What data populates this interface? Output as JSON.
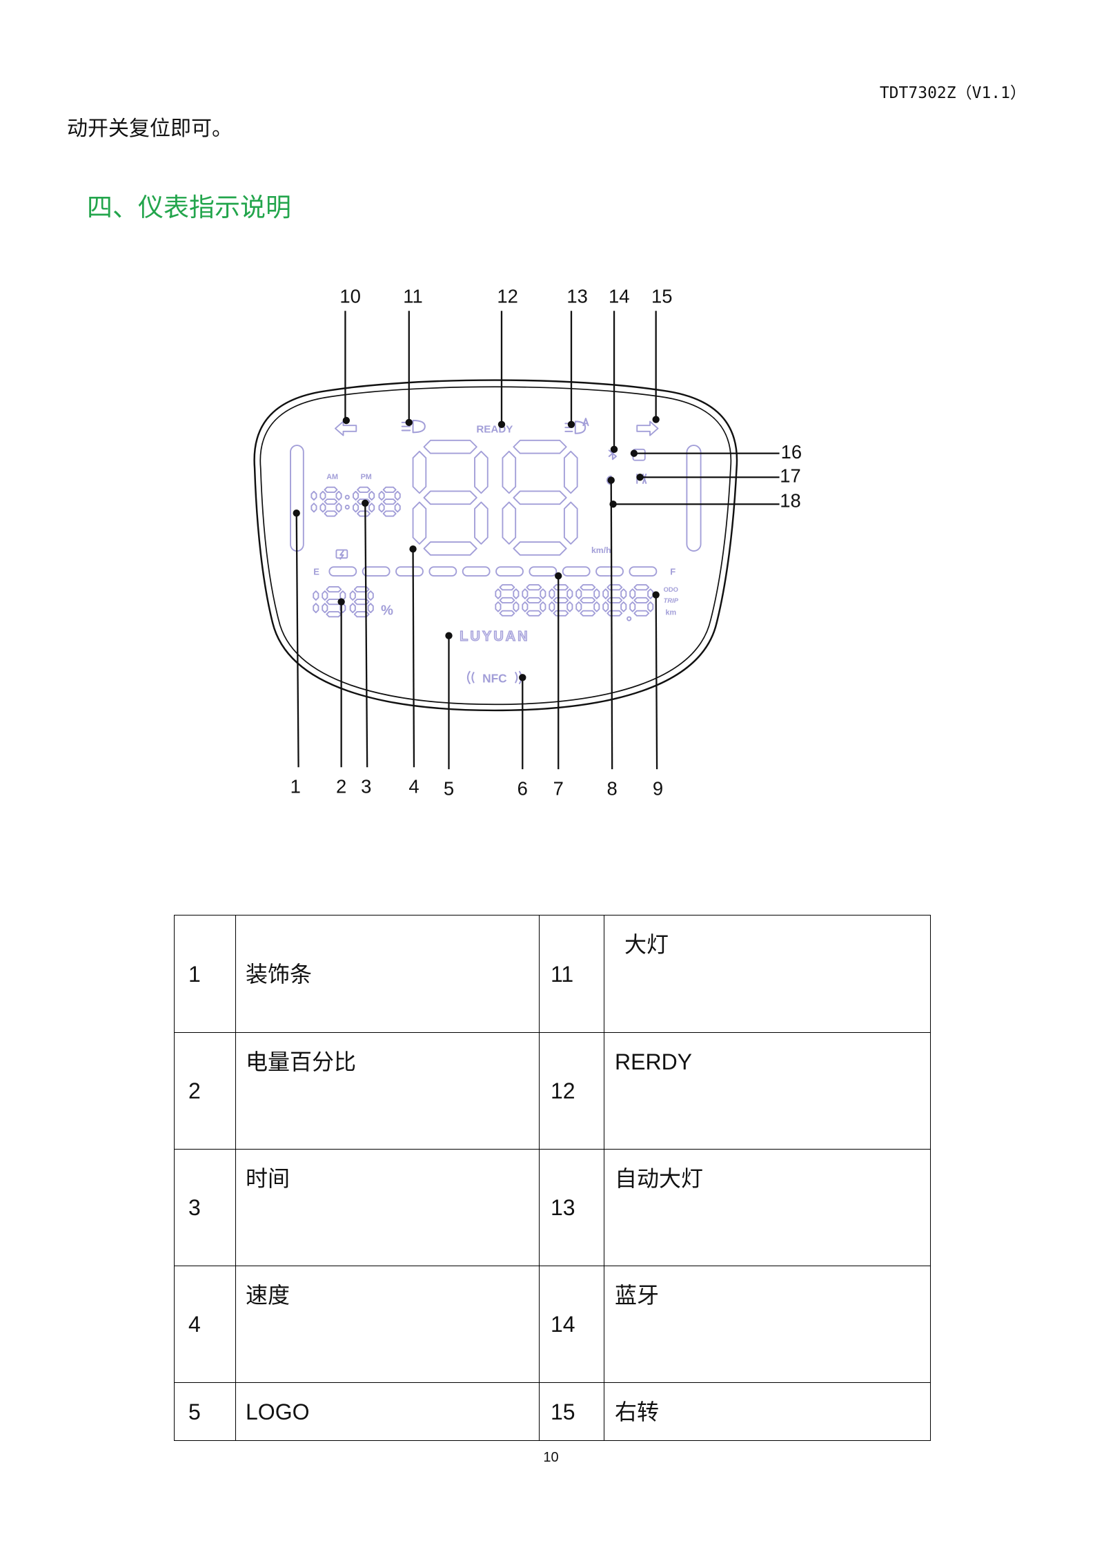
{
  "header": {
    "doc_code": "TDT7302Z（V1.1）"
  },
  "body": {
    "continuation_text": "动开关复位即可。"
  },
  "section": {
    "heading": "四、仪表指示说明",
    "heading_color": "#23a54c"
  },
  "diagram": {
    "callouts_top": [
      "10",
      "11",
      "12",
      "13",
      "14",
      "15"
    ],
    "callouts_right": [
      "16",
      "17",
      "18"
    ],
    "callouts_bottom": [
      "1",
      "2",
      "3",
      "4",
      "5",
      "6",
      "7",
      "8",
      "9"
    ],
    "lcd": {
      "ready": "READY",
      "am": "AM",
      "pm": "PM",
      "speed_unit": "km/h",
      "empty": "E",
      "full": "F",
      "percent": "%",
      "odo": "ODO",
      "trip": "TRIP",
      "odo_unit": "km",
      "logo": "LUYUAN",
      "nfc": "NFC"
    },
    "colors": {
      "lcd": "#a29ed8",
      "callout": "#111111"
    }
  },
  "table": {
    "rows": [
      {
        "n1": "1",
        "l1": "装饰条",
        "n2": "11",
        "l2": "大灯"
      },
      {
        "n1": "2",
        "l1": "电量百分比",
        "n2": "12",
        "l2": "RERDY"
      },
      {
        "n1": "3",
        "l1": "时间",
        "n2": "13",
        "l2": "自动大灯"
      },
      {
        "n1": "4",
        "l1": "速度",
        "n2": "14",
        "l2": "蓝牙"
      },
      {
        "n1": "5",
        "l1": "LOGO",
        "n2": "15",
        "l2": "右转"
      }
    ]
  },
  "footer": {
    "page_number": "10"
  }
}
